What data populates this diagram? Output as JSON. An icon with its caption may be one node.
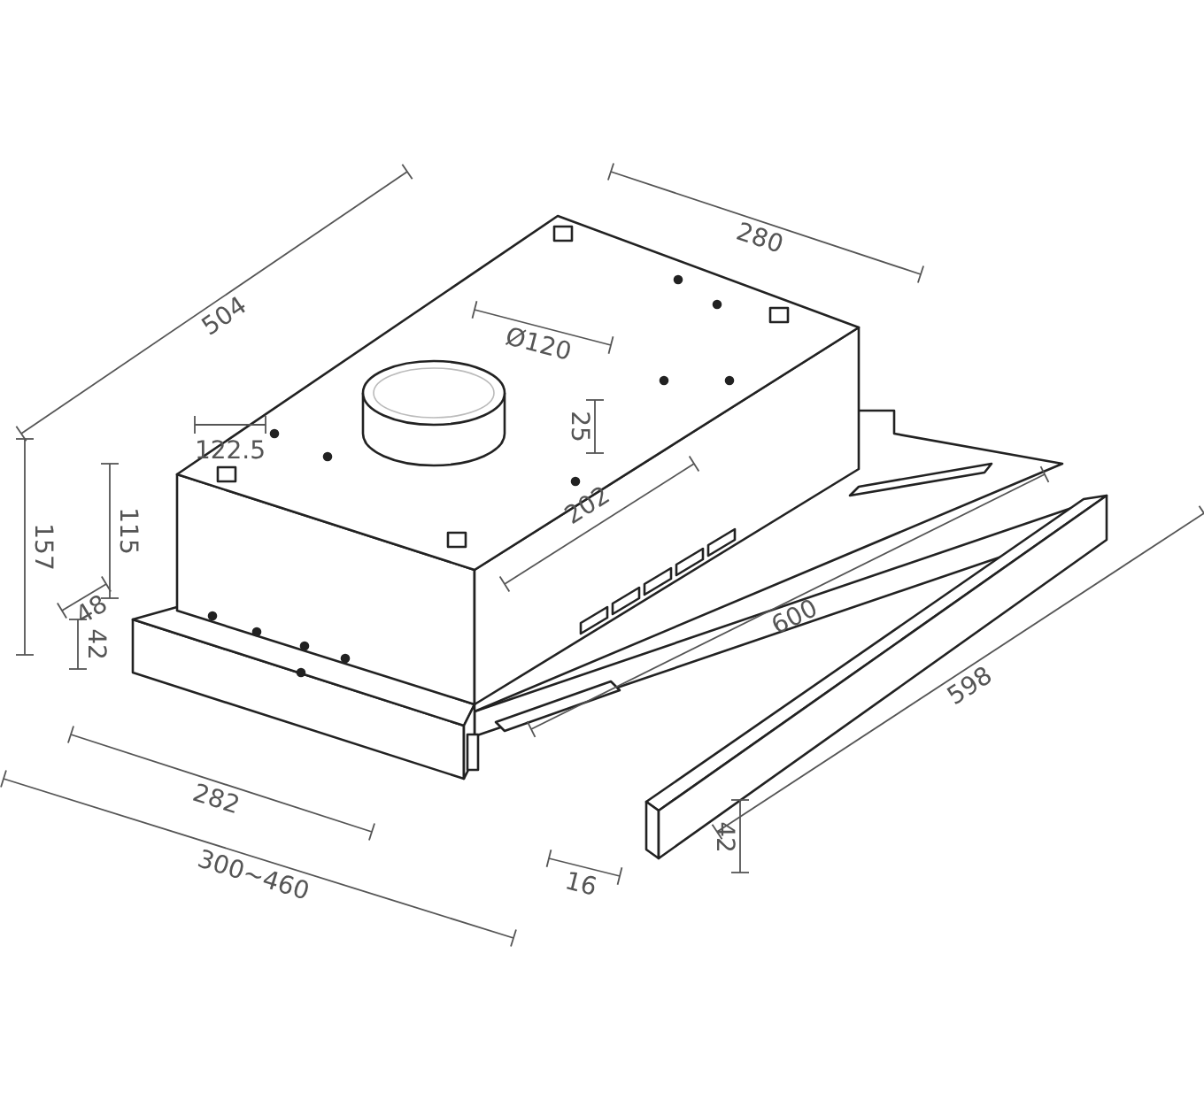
{
  "diagram": {
    "labels": [
      "504",
      "280",
      "Ø120",
      "122.5",
      "25",
      "157",
      "115",
      "202",
      "48",
      "42",
      "600",
      "598",
      "282",
      "16",
      "42",
      "300~460"
    ]
  }
}
